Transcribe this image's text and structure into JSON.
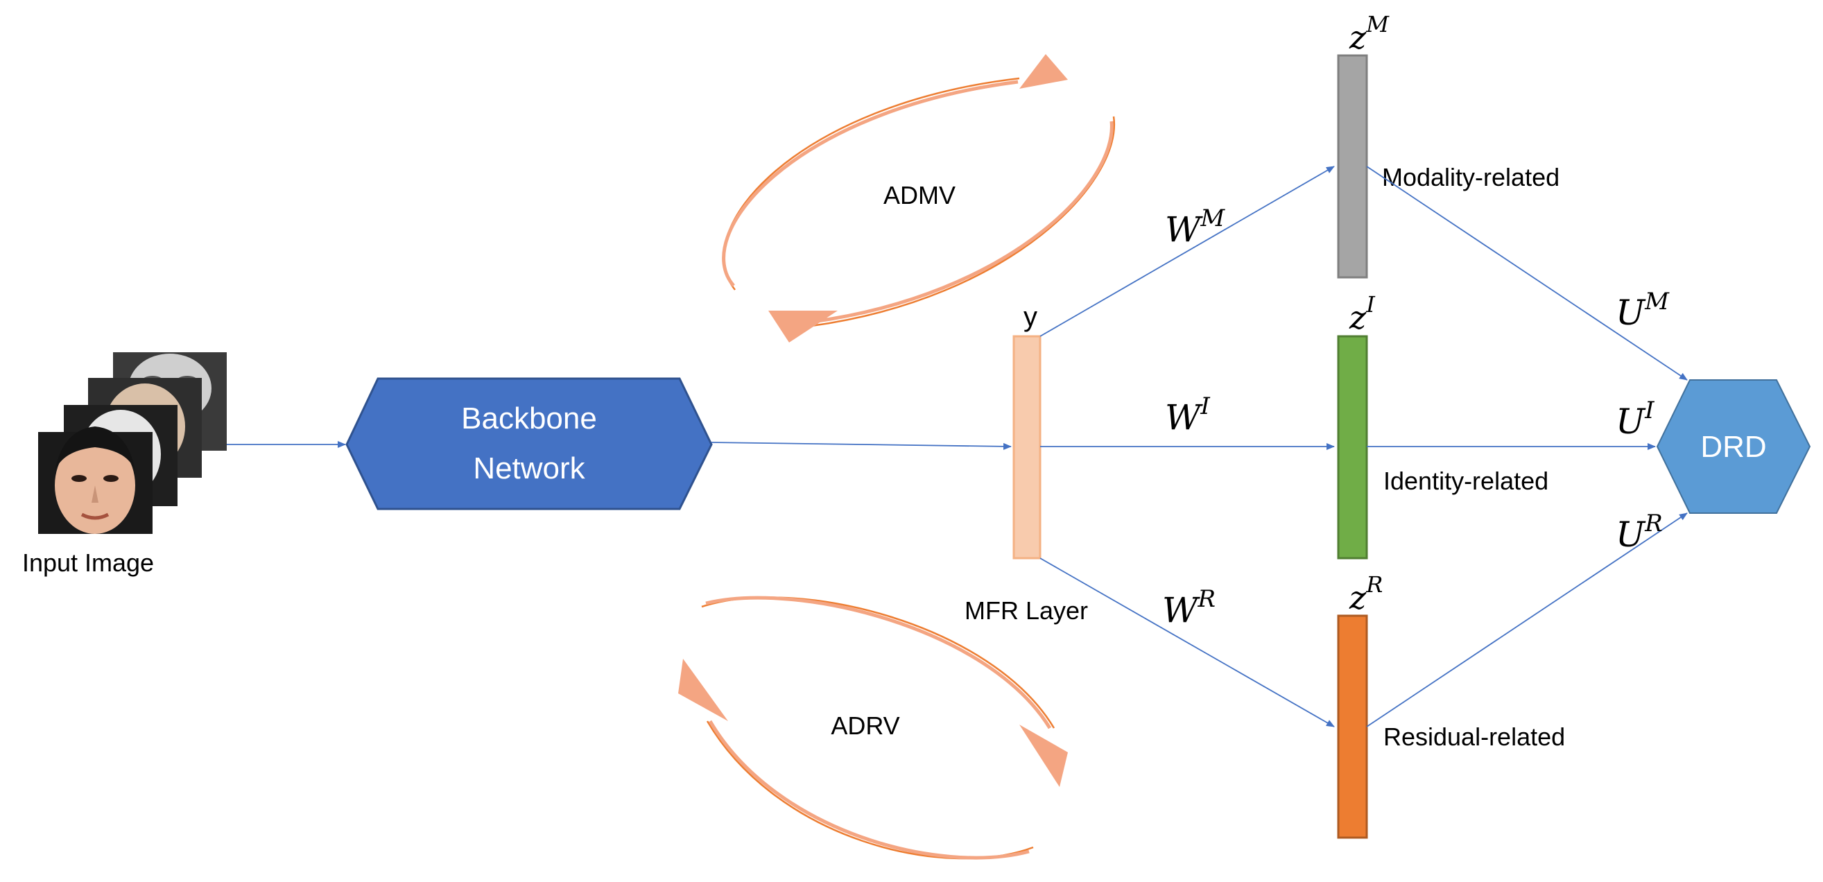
{
  "input": {
    "label": "Input Image"
  },
  "backbone": {
    "line1": "Backbone",
    "line2": "Network",
    "fill": "#4472C4"
  },
  "mfr": {
    "label": "MFR Layer",
    "output": "y",
    "fill": "#F4B183"
  },
  "cycles": {
    "top": "ADMV",
    "bottom": "ADRV",
    "color": "#F4A582"
  },
  "features": {
    "modality": {
      "symbol": "z",
      "sup": "M",
      "label": "Modality-related",
      "weight": "W",
      "weight_sup": "M",
      "fill": "#A5A5A5"
    },
    "identity": {
      "symbol": "z",
      "sup": "I",
      "label": "Identity-related",
      "weight": "W",
      "weight_sup": "I",
      "fill": "#70AD47"
    },
    "residual": {
      "symbol": "z",
      "sup": "R",
      "label": "Residual-related",
      "weight": "W",
      "weight_sup": "R",
      "fill": "#ED7D31"
    }
  },
  "outputs": {
    "u_m": {
      "symbol": "U",
      "sup": "M"
    },
    "u_i": {
      "symbol": "U",
      "sup": "I"
    },
    "u_r": {
      "symbol": "U",
      "sup": "R"
    }
  },
  "drd": {
    "label": "DRD",
    "fill": "#5B9BD5"
  },
  "colors": {
    "arrow": "#4472C4"
  }
}
